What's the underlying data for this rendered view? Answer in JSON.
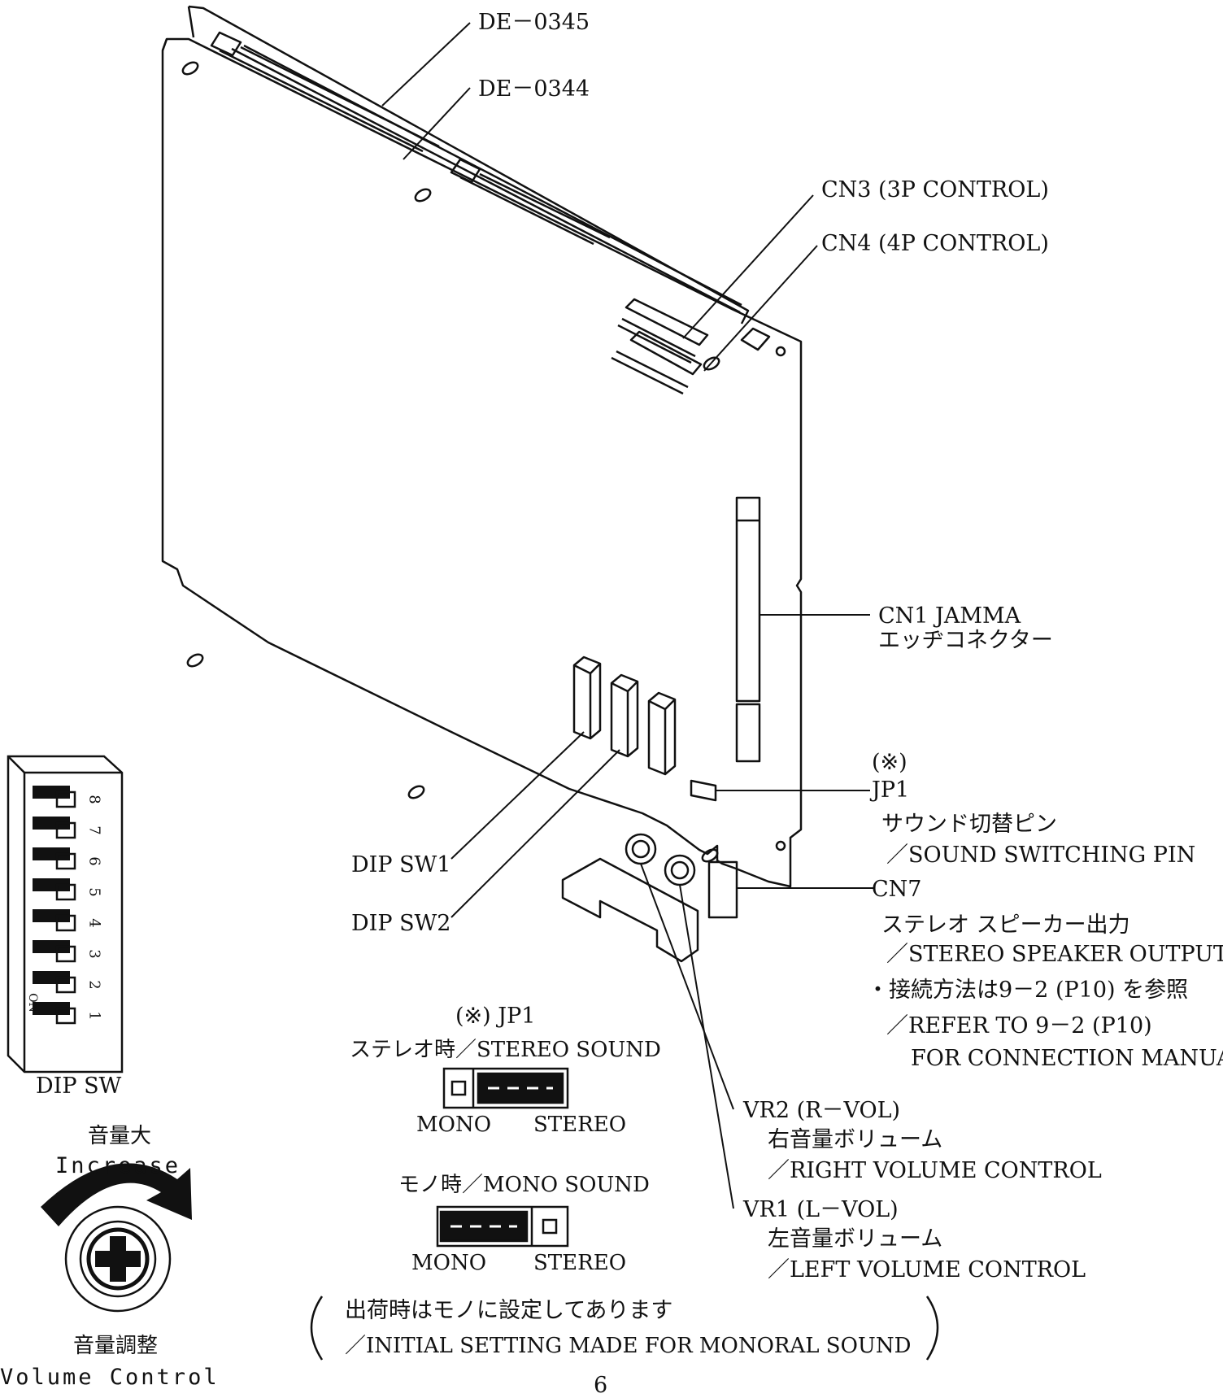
{
  "labels": {
    "de0345": "DE－0345",
    "de0344": "DE－0344",
    "cn3": "CN3 (3P CONTROL)",
    "cn4": "CN4 (4P CONTROL)",
    "cn1": "CN1 JAMMA",
    "cn1_sub": "エッヂコネクター",
    "jp1_mark": "(※)",
    "jp1": "JP1",
    "jp1_jp": "サウンド切替ピン",
    "jp1_en": "／SOUND  SWITCHING  PIN",
    "cn7": "CN7",
    "cn7_jp": "ステレオ  スピーカー出力",
    "cn7_en": "／STEREO  SPEAKER  OUTPUT",
    "conn_jp": "・接続方法は9－2 (P10) を参照",
    "conn_en1": "／REFER  TO  9－2 (P10)",
    "conn_en2": "FOR  CONNECTION  MANUAL",
    "dip_sw1": "DIP SW1",
    "dip_sw2": "DIP SW2",
    "vr2": "VR2 (R－VOL)",
    "vr2_jp": "右音量ボリューム",
    "vr2_en": "／RIGHT  VOLUME  CONTROL",
    "vr1": "VR1 (L－VOL)",
    "vr1_jp": "左音量ボリューム",
    "vr1_en": "／LEFT  VOLUME  CONTROL"
  },
  "jp1_detail": {
    "title": "(※) JP1",
    "stereo_caption": "ステレオ時／STEREO  SOUND",
    "mono_caption": "モノ時／MONO  SOUND",
    "mono_label": "MONO",
    "stereo_label": "STEREO",
    "note_jp": "出荷時はモノに設定してあります",
    "note_en": "／INITIAL  SETTING  MADE  FOR  MONORAL  SOUND"
  },
  "dip_switch": {
    "caption": "DIP  SW",
    "on_label": "ON",
    "numbers": [
      "1",
      "2",
      "3",
      "4",
      "5",
      "6",
      "7",
      "8"
    ]
  },
  "volume": {
    "increase_jp": "音量大",
    "increase_en": "Increase",
    "adjust_jp": "音量調整",
    "adjust_en": "Volume Control"
  },
  "page_number": "6"
}
